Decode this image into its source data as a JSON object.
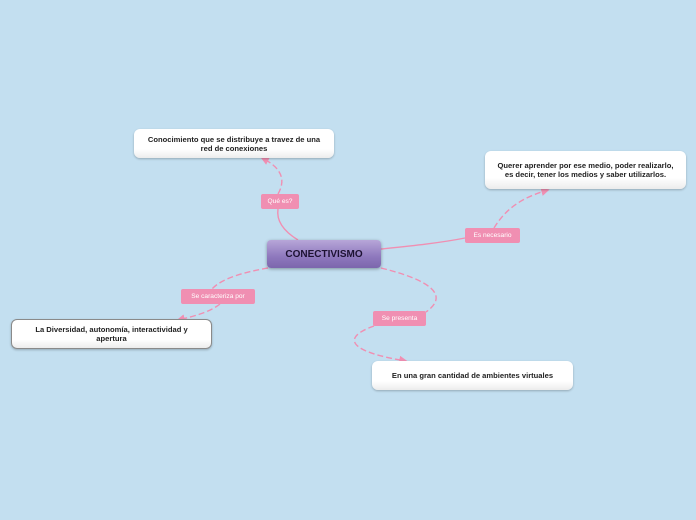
{
  "central": {
    "text": "CONECTIVISMO"
  },
  "branches": {
    "que_es": {
      "label": "Qué es?",
      "node": "Conocimiento que se distribuye a travez de una red de conexiones"
    },
    "es_necesario": {
      "label": "Es necesario",
      "node": "Querer aprender por ese medio, poder realizarlo, es decir, tener los medios y saber utilizarlos."
    },
    "se_caracteriza": {
      "label": "Se caracteriza por",
      "node": "La Diversidad, autonomía, interactividad y apertura"
    },
    "se_presenta": {
      "label": "Se presenta",
      "node": "En una gran cantidad de ambientes virtuales"
    }
  },
  "colors": {
    "background": "#c3dff0",
    "connector": "#f08fb2",
    "label_fill": "#f08fb2",
    "central_fill": "#8e78bd"
  }
}
